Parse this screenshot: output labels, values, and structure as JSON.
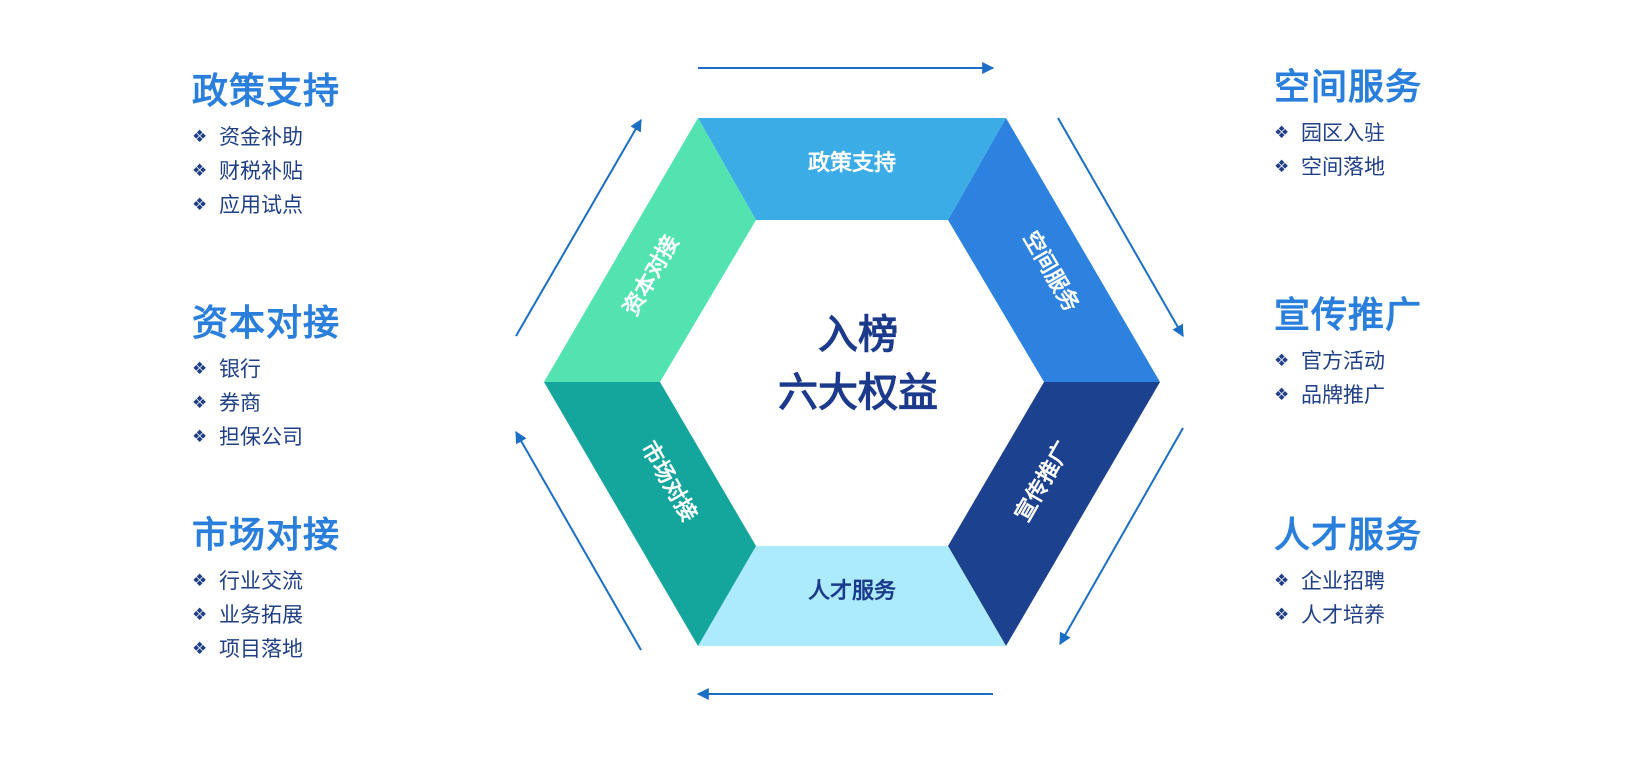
{
  "center": {
    "line1": "入榜",
    "line2": "六大权益"
  },
  "segments": {
    "top": {
      "label": "政策支持",
      "color": "#3bace6"
    },
    "upper_right": {
      "label": "空间服务",
      "color": "#2d82e0"
    },
    "lower_right": {
      "label": "宣传推广",
      "color": "#1c418e"
    },
    "bottom": {
      "label": "人才服务",
      "color": "#acebfd"
    },
    "lower_left": {
      "label": "市场对接",
      "color": "#14a59c"
    },
    "upper_left": {
      "label": "资本对接",
      "color": "#52e3b0"
    }
  },
  "groups": {
    "policy": {
      "title": "政策支持",
      "items": [
        "资金补助",
        "财税补贴",
        "应用试点"
      ]
    },
    "capital": {
      "title": "资本对接",
      "items": [
        "银行",
        "券商",
        "担保公司"
      ]
    },
    "market": {
      "title": "市场对接",
      "items": [
        "行业交流",
        "业务拓展",
        "项目落地"
      ]
    },
    "space": {
      "title": "空间服务",
      "items": [
        "园区入驻",
        "空间落地"
      ]
    },
    "promo": {
      "title": "宣传推广",
      "items": [
        "官方活动",
        "品牌推广"
      ]
    },
    "talent": {
      "title": "人才服务",
      "items": [
        "企业招聘",
        "人才培养"
      ]
    }
  },
  "colors": {
    "title": "#2a7fdc",
    "item_text": "#1f3f86",
    "arrow": "#1a6fc4",
    "center_text": "#1b3a8c"
  },
  "bullet_icon": "❖"
}
